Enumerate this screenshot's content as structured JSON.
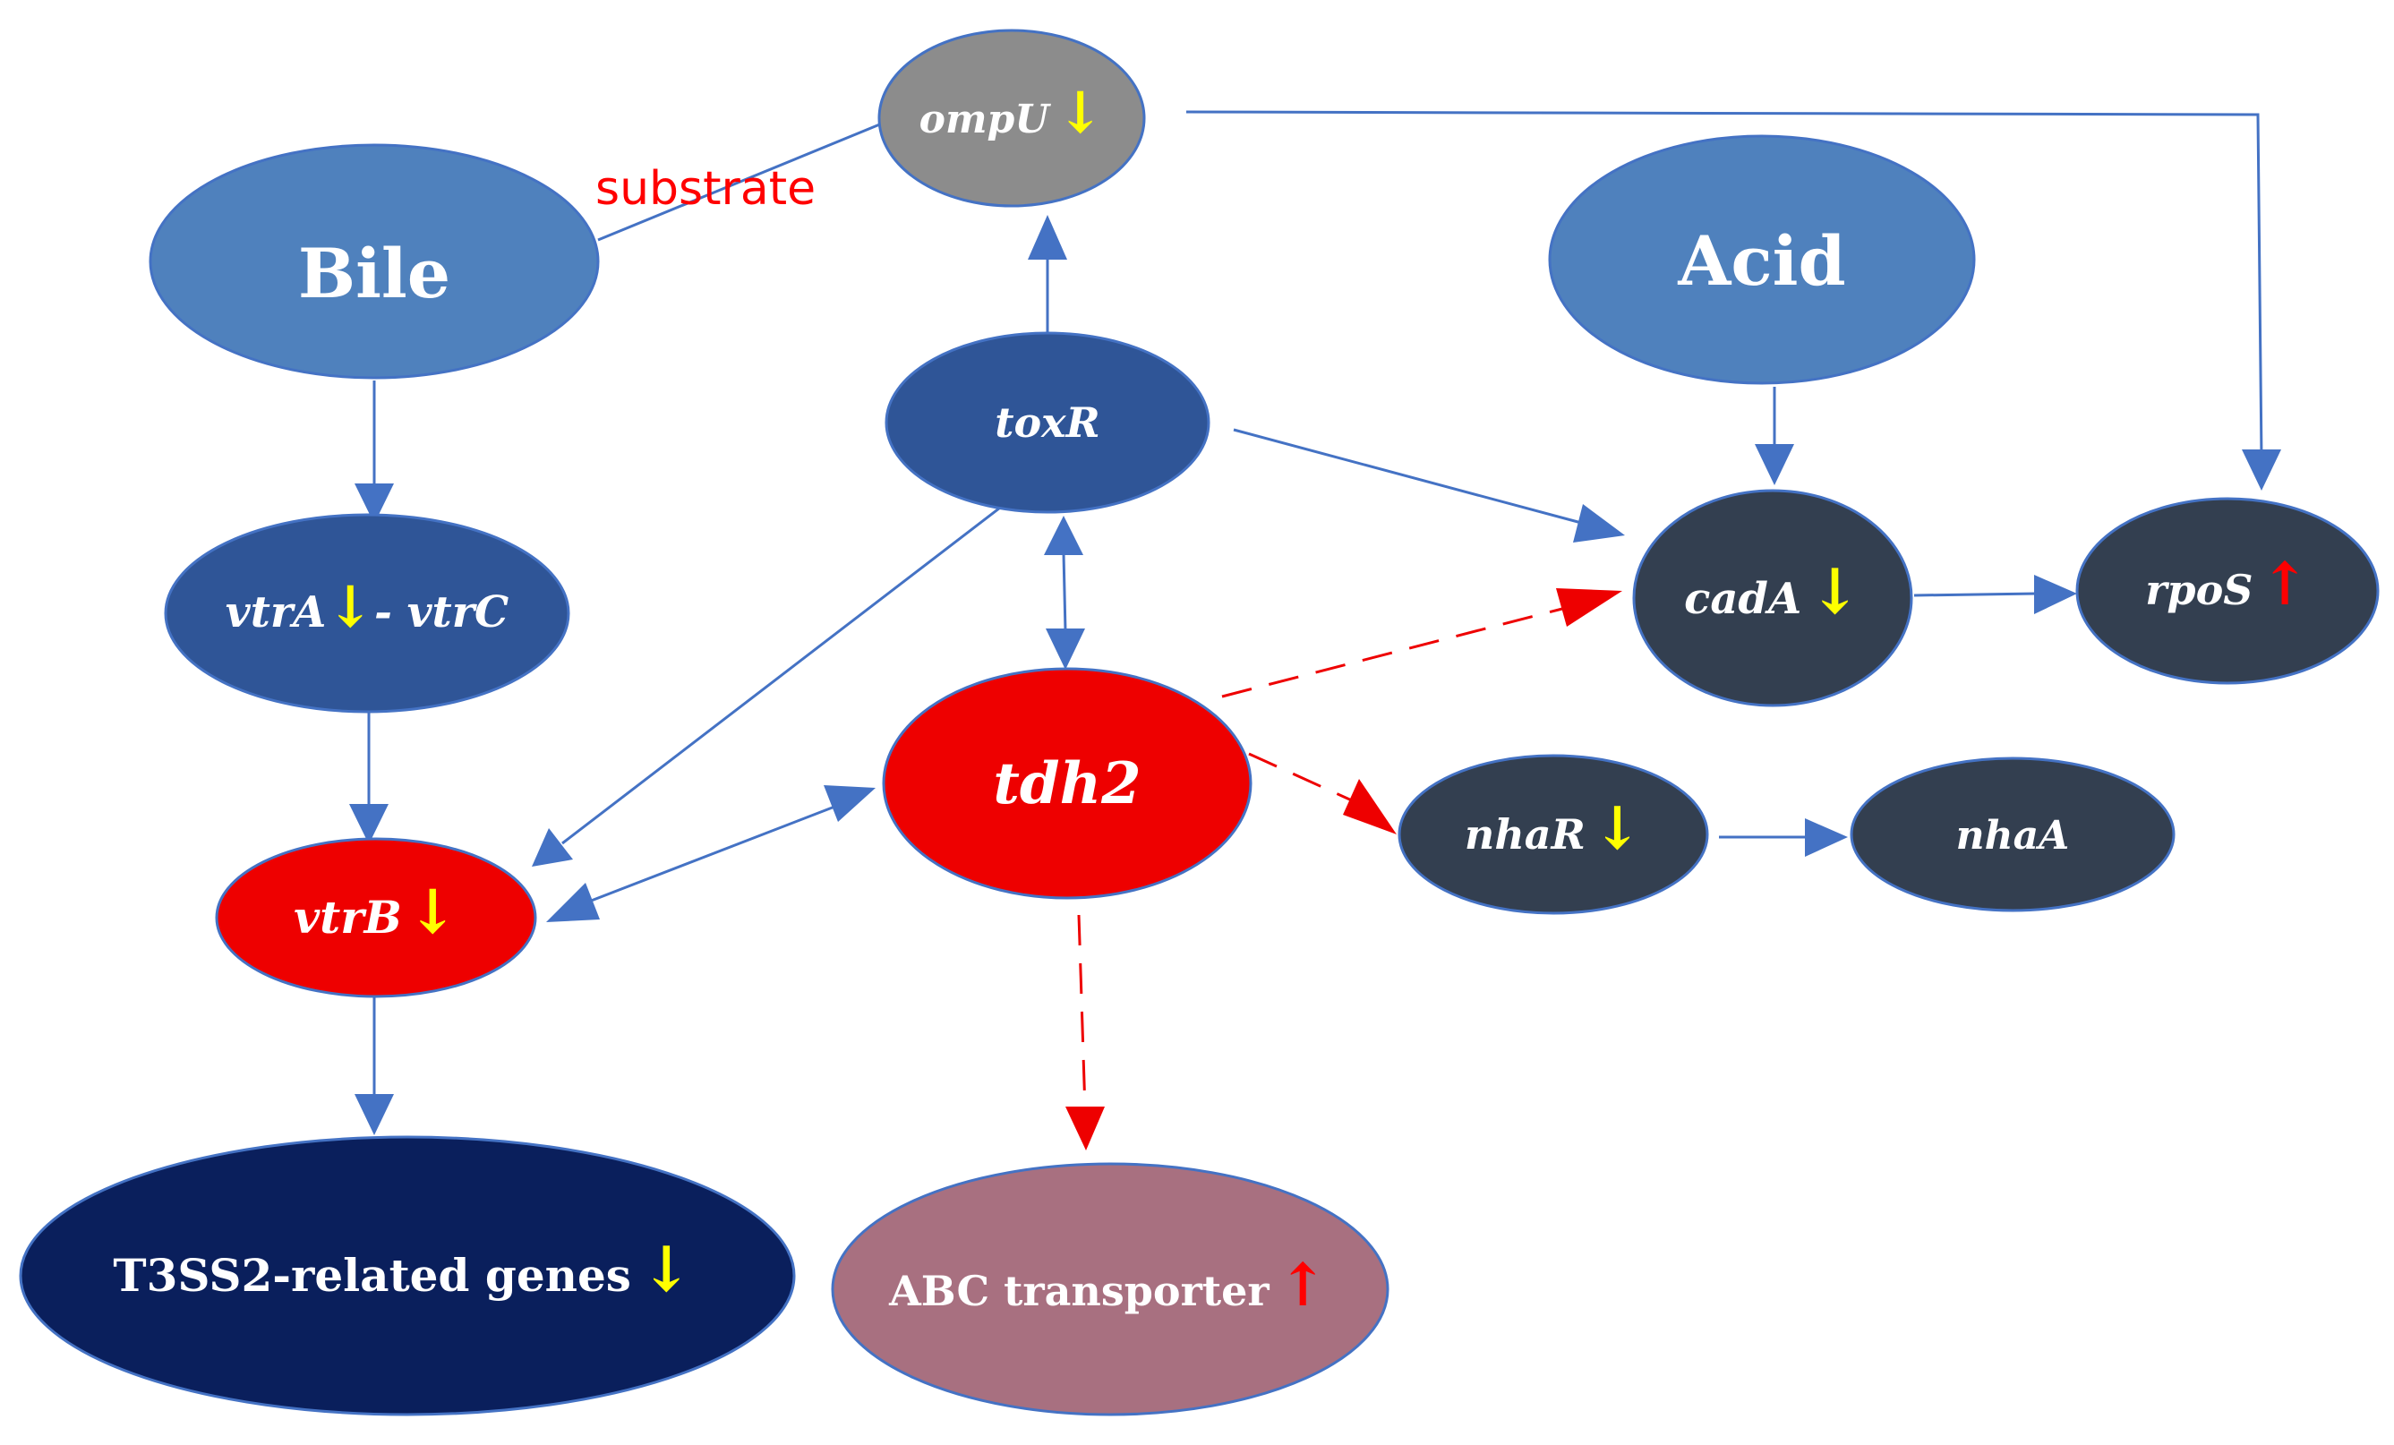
{
  "nodes": {
    "ompU": {
      "label": "ompU",
      "arrow": "↓",
      "fill": "#8c8c8c"
    },
    "bile": {
      "label": "Bile",
      "fill": "#4f81bd"
    },
    "acid": {
      "label": "Acid",
      "fill": "#4f81bd"
    },
    "toxR": {
      "label": "toxR",
      "fill": "#2f5597"
    },
    "vtrA": {
      "label": "vtrA",
      "arrow": "↓",
      "suffix": "- vtrC",
      "fill": "#2f5597"
    },
    "vtrB": {
      "label": "vtrB",
      "arrow": "↓",
      "fill": "#ee0000"
    },
    "tdh2": {
      "label": "tdh2",
      "fill": "#ee0000"
    },
    "cadA": {
      "label": "cadA",
      "arrow": "↓",
      "fill": "#333f50"
    },
    "rpoS": {
      "label": "rpoS",
      "arrow": "↑",
      "fill": "#333f50"
    },
    "nhaR": {
      "label": "nhaR",
      "arrow": "↓",
      "fill": "#333f50"
    },
    "nhaA": {
      "label": "nhaA",
      "fill": "#333f50"
    },
    "t3ss2": {
      "label": "T3SS2-related genes",
      "arrow": "↓",
      "fill": "#0a1f5c"
    },
    "abc": {
      "label": "ABC transporter",
      "arrow": "↑",
      "fill": "#a87080"
    }
  },
  "edges": {
    "bile_ompU_label": "substrate"
  },
  "colors": {
    "edge_blue": "#4472c4",
    "edge_red": "#ee0000",
    "down_arrow": "#ffff00",
    "up_arrow": "#ff0000"
  }
}
